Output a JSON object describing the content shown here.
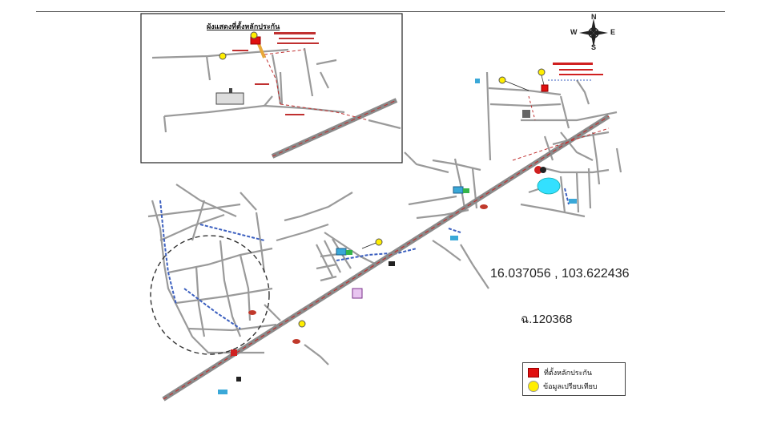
{
  "coordinates": "16.037056  , 103.622436",
  "reference_code": "ฉ.120368",
  "compass": {
    "n": "N",
    "s": "S",
    "e": "E",
    "w": "W"
  },
  "inset_title": "ผังแสดงที่ตั้งหลักประกัน",
  "legend": {
    "items": [
      {
        "label": "ที่ตั้งหลักประกัน",
        "color": "#e01010",
        "shape": "square"
      },
      {
        "label": "ข้อมูลเปรียบเทียบ",
        "color": "#ffee00",
        "shape": "circle"
      }
    ]
  }
}
